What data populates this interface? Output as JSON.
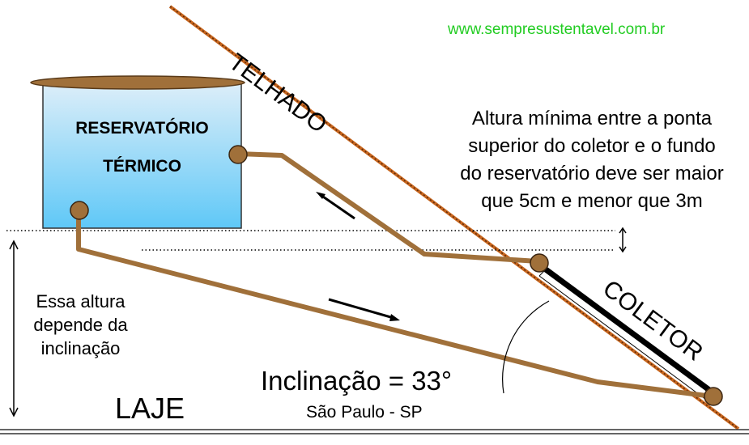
{
  "website": "www.sempresustentavel.com.br",
  "tank": {
    "line1": "RESERVATÓRIO",
    "line2": "TÉRMICO"
  },
  "roof_label": "TELHADO",
  "collector_label": "COLETOR",
  "note": {
    "line1": "Altura mínima entre a ponta",
    "line2": "superior do coletor e o fundo",
    "line3": "do reservatório deve ser maior",
    "line4": "que 5cm e menor que 3m"
  },
  "height_note": {
    "line1": "Essa altura",
    "line2": "depende da",
    "line3": "inclinação"
  },
  "slab_label": "LAJE",
  "inclination": {
    "label": "Inclinação = 33°",
    "location": "São Paulo - SP"
  },
  "colors": {
    "pipe": "#a0703a",
    "roof": "#c8661e",
    "tank_top": "#ddeef9",
    "tank_bottom": "#5fc8f7",
    "website": "#22cc22",
    "collector": "#000000"
  }
}
